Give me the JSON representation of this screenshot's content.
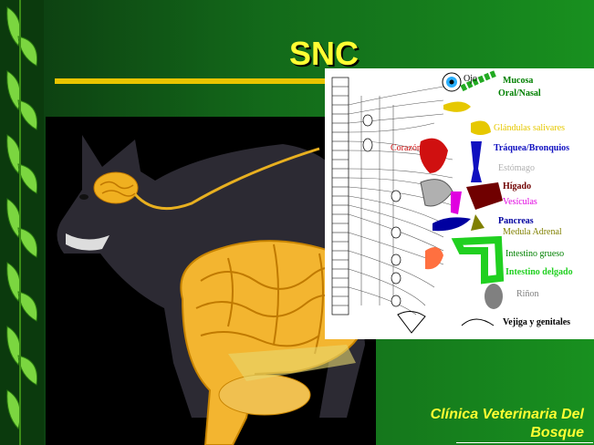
{
  "slide": {
    "title": "SNC",
    "brand_line1": "Clínica Veterinaria Del",
    "brand_line2": "Bosque"
  },
  "diagram": {
    "labels": {
      "ojo": "Ojo",
      "mucosa": "Mucosa",
      "oral_nasal": "Oral/Nasal",
      "glandulas": "Glándulas salivares",
      "corazon": "Corazón",
      "traquea": "Tráquea/Bronquios",
      "estomago": "Estómago",
      "higado": "Hígado",
      "vesiculas": "Vesículas",
      "pancreas": "Pancreas",
      "medula": "Medula  Adrenal",
      "intestino_grueso": "Intestino grueso",
      "intestino_delgado": "Intestino delgado",
      "rinon": "Riñon",
      "vejiga": "Vejiga y genitales"
    },
    "colors": {
      "ojo": "#2ab0ff",
      "mucosa": "#22aa22",
      "glandulas": "#e6c800",
      "corazon": "#d01010",
      "traquea": "#1010c0",
      "estomago": "#b0b0b0",
      "higado": "#700000",
      "vesiculas": "#e000e0",
      "pancreas": "#0000a0",
      "medula": "#808000",
      "intestino_grueso": "#008000",
      "intestino_delgado": "#20d020",
      "rinon": "#808080",
      "vejiga": "#000000"
    }
  },
  "theme": {
    "accent": "#ffff33",
    "background": "#136a1a"
  }
}
